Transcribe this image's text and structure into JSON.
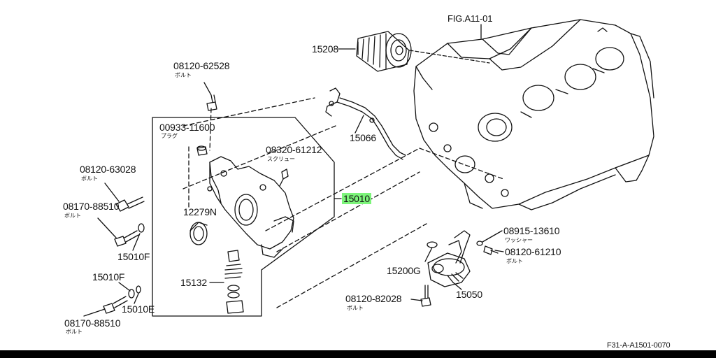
{
  "diagram": {
    "figure_ref": "FIG.A11-01",
    "drawing_code": "F31-A-A1501-0070",
    "highlight_color": "#7cf47a",
    "parts": [
      {
        "id": "filter",
        "number": "15208"
      },
      {
        "id": "dipstick-tube",
        "number": "15066"
      },
      {
        "id": "oil-pump-assembly",
        "number": "15010",
        "highlighted": true
      },
      {
        "id": "bolt-top",
        "number": "08120-62528",
        "note": "ボルト"
      },
      {
        "id": "plug",
        "number": "00933-11600",
        "note": "プラグ"
      },
      {
        "id": "screw",
        "number": "08320-61212",
        "note": "スクリュー"
      },
      {
        "id": "bolt-left-1",
        "number": "08120-63028",
        "note": "ボルト"
      },
      {
        "id": "bolt-left-2",
        "number": "08170-88510",
        "note": "ボルト"
      },
      {
        "id": "seal",
        "number": "12279N"
      },
      {
        "id": "washer-f-1",
        "number": "15010F"
      },
      {
        "id": "relief-kit",
        "number": "15132"
      },
      {
        "id": "washer-f-2",
        "number": "15010F"
      },
      {
        "id": "washer-e",
        "number": "15010E"
      },
      {
        "id": "bolt-bottom",
        "number": "08170-88510",
        "note": "ボルト"
      },
      {
        "id": "washer-right",
        "number": "08915-13610",
        "note": "ワッシャー"
      },
      {
        "id": "bolt-right",
        "number": "08120-61210",
        "note": "ボルト"
      },
      {
        "id": "oring",
        "number": "15200G"
      },
      {
        "id": "strainer",
        "number": "15050"
      },
      {
        "id": "bolt-strainer",
        "number": "08120-82028",
        "note": "ボルト"
      }
    ]
  }
}
